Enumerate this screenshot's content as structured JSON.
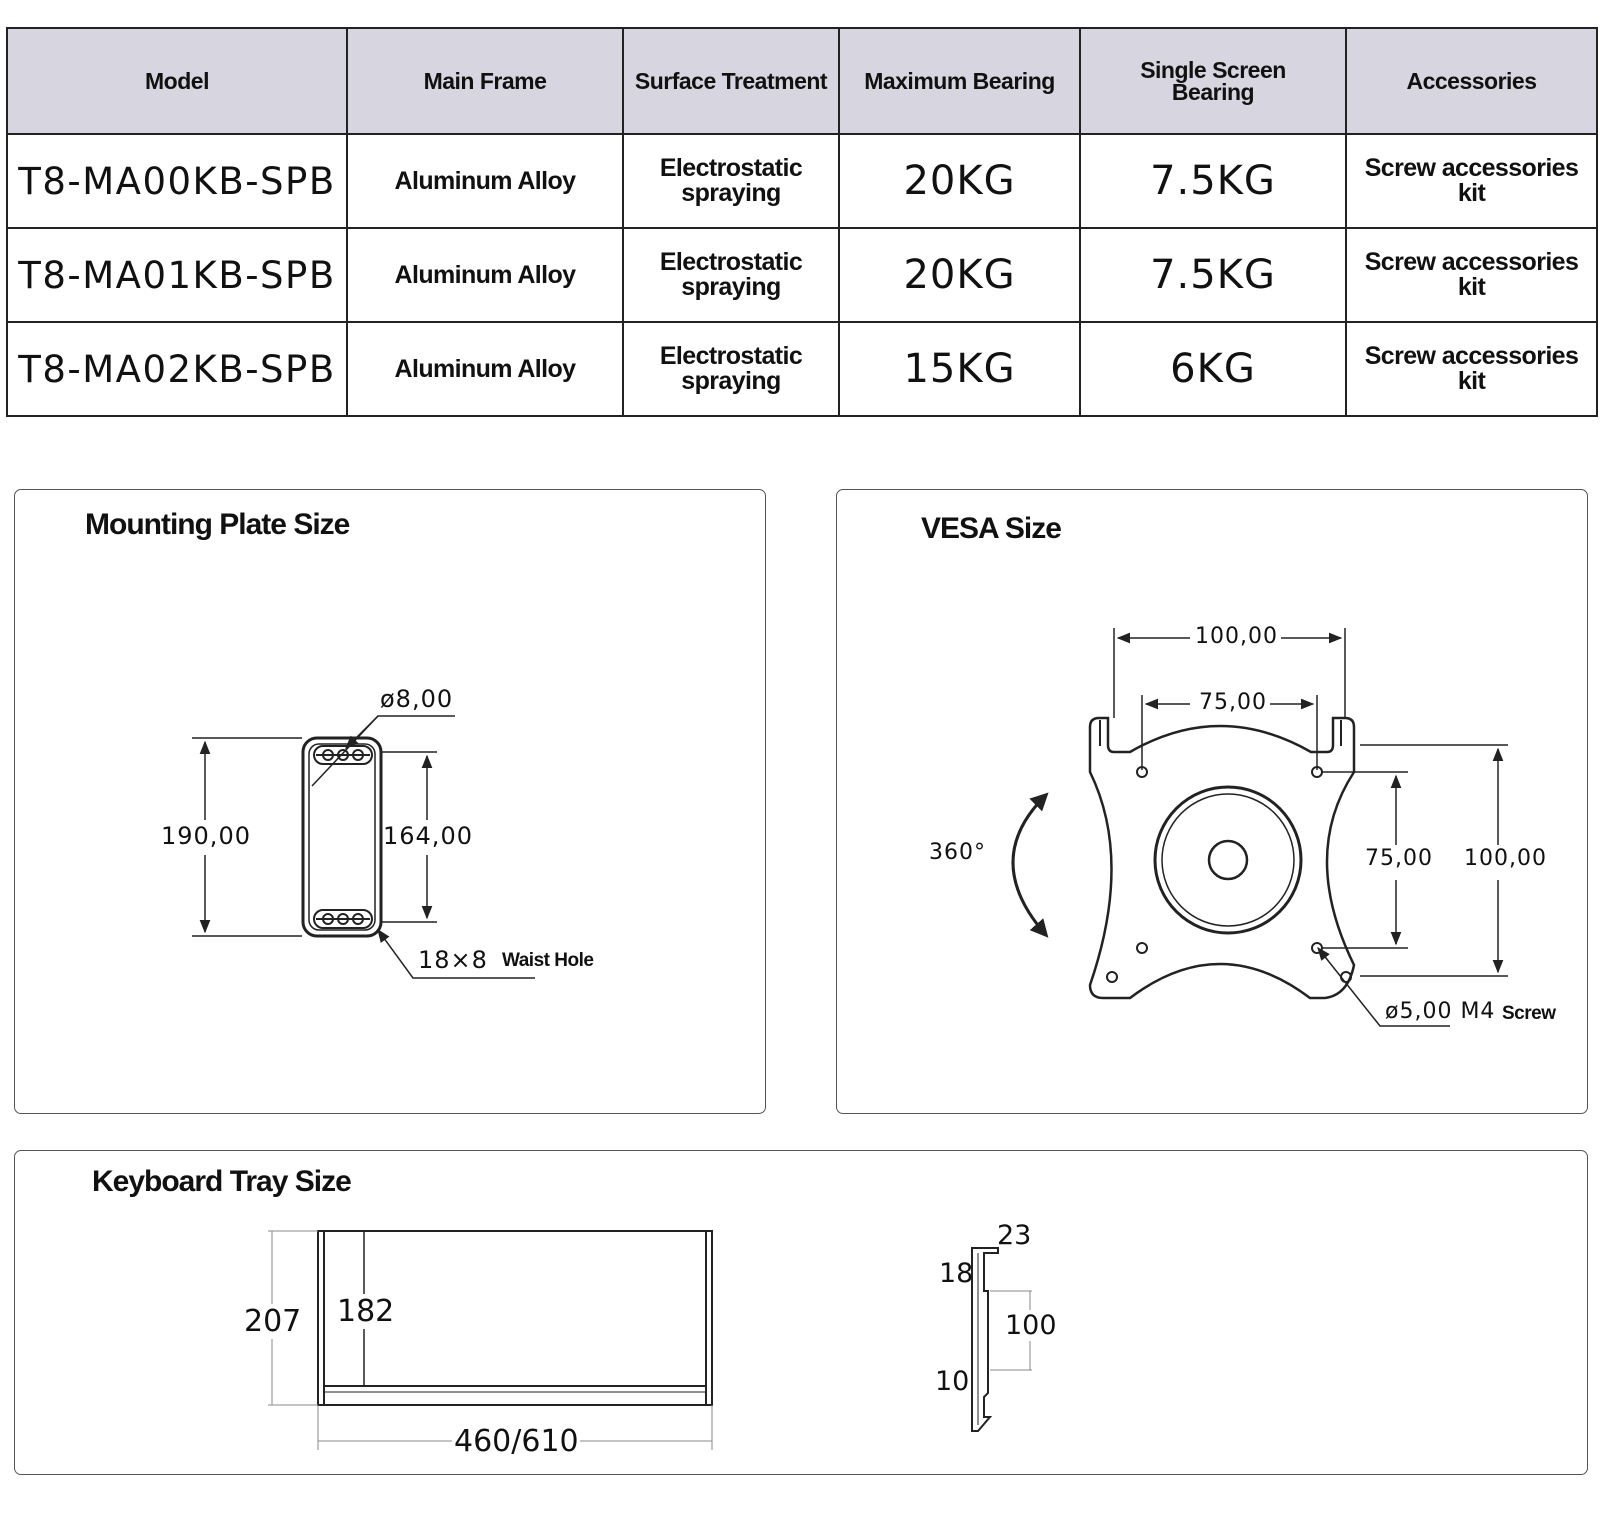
{
  "table": {
    "headers": [
      "Model",
      "Main Frame",
      "Surface Treatment",
      "Maximum Bearing",
      "Single Screen Bearing",
      "Accessories"
    ],
    "rows": [
      {
        "model": "T8-MA00KB-SPB",
        "frame": "Aluminum Alloy",
        "surface_1": "Electrostatic",
        "surface_2": "spraying",
        "max": "20KG",
        "single": "7.5KG",
        "acc_1": "Screw accessories",
        "acc_2": "kit"
      },
      {
        "model": "T8-MA01KB-SPB",
        "frame": "Aluminum Alloy",
        "surface_1": "Electrostatic",
        "surface_2": "spraying",
        "max": "20KG",
        "single": "7.5KG",
        "acc_1": "Screw accessories",
        "acc_2": "kit"
      },
      {
        "model": "T8-MA02KB-SPB",
        "frame": "Aluminum Alloy",
        "surface_1": "Electrostatic",
        "surface_2": "spraying",
        "max": "15KG",
        "single": "6KG",
        "acc_1": "Screw accessories",
        "acc_2": "kit"
      }
    ]
  },
  "mounting": {
    "title": "Mounting Plate Size",
    "hole_dia": "ø8,00",
    "height_outer": "190,00",
    "height_inner": "164,00",
    "slot_size": "18×8",
    "slot_label": "Waist Hole"
  },
  "vesa": {
    "title": "VESA Size",
    "outer_width": "100,00",
    "inner_width": "75,00",
    "inner_height": "75,00",
    "outer_height": "100,00",
    "rotation": "360°",
    "screw_dia": "ø5,00 M4",
    "screw_label": "Screw"
  },
  "keyboard": {
    "title": "Keyboard Tray Size",
    "depth_outer": "207",
    "depth_inner": "182",
    "width": "460/610",
    "side_top": "23",
    "side_upper": "18",
    "side_mid": "100",
    "side_lower": "10"
  }
}
